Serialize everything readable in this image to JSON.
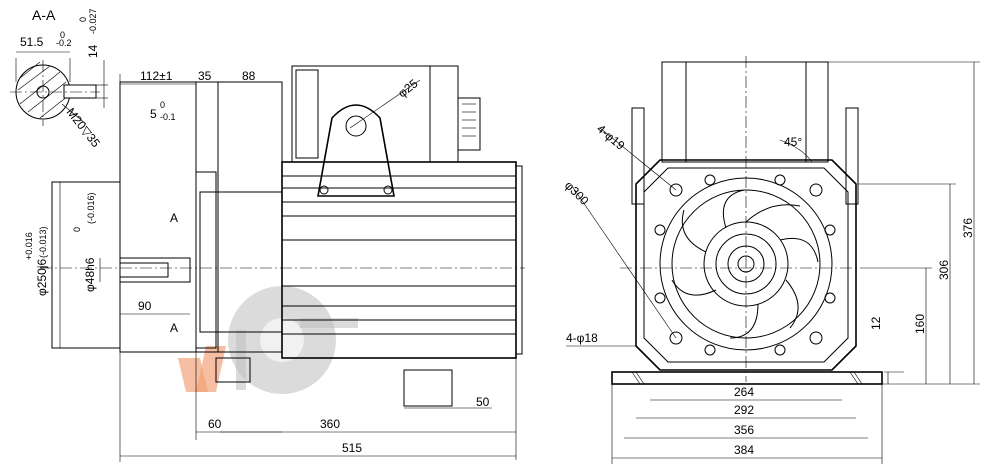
{
  "section": {
    "title": "A-A",
    "width_dim": "51.5",
    "width_tol_upper": "0",
    "width_tol_lower": "-0.2",
    "key_dim": "14",
    "key_tol_upper": "0",
    "key_tol_lower": "-0.027",
    "thread": "M20▽35"
  },
  "side_view": {
    "d_112": "112±1",
    "d_35": "35",
    "d_88": "88",
    "d_phi25": "φ25",
    "d_5": "5",
    "d_5_tol_upper": "0",
    "d_5_tol_lower": "-0.1",
    "d_spigot": "φ250j6",
    "d_spigot_tol_upper": "+0.016",
    "d_spigot_tol_lower": "(-0.013)",
    "d_shaft": "φ48h6",
    "d_shaft_tol_upper": "0",
    "d_shaft_tol_lower": "(-0.016)",
    "d_90": "90",
    "d_50": "50",
    "d_60": "60",
    "d_360": "360",
    "d_515": "515",
    "section_mark": "A"
  },
  "front_view": {
    "holes_top": "4-φ19",
    "angle": "45°",
    "pcd": "φ300",
    "holes_base": "4-φ18",
    "d_264": "264",
    "d_292": "292",
    "d_356": "356",
    "d_384": "384",
    "d_376": "376",
    "d_306": "306",
    "d_160": "160",
    "d_12": "12"
  }
}
